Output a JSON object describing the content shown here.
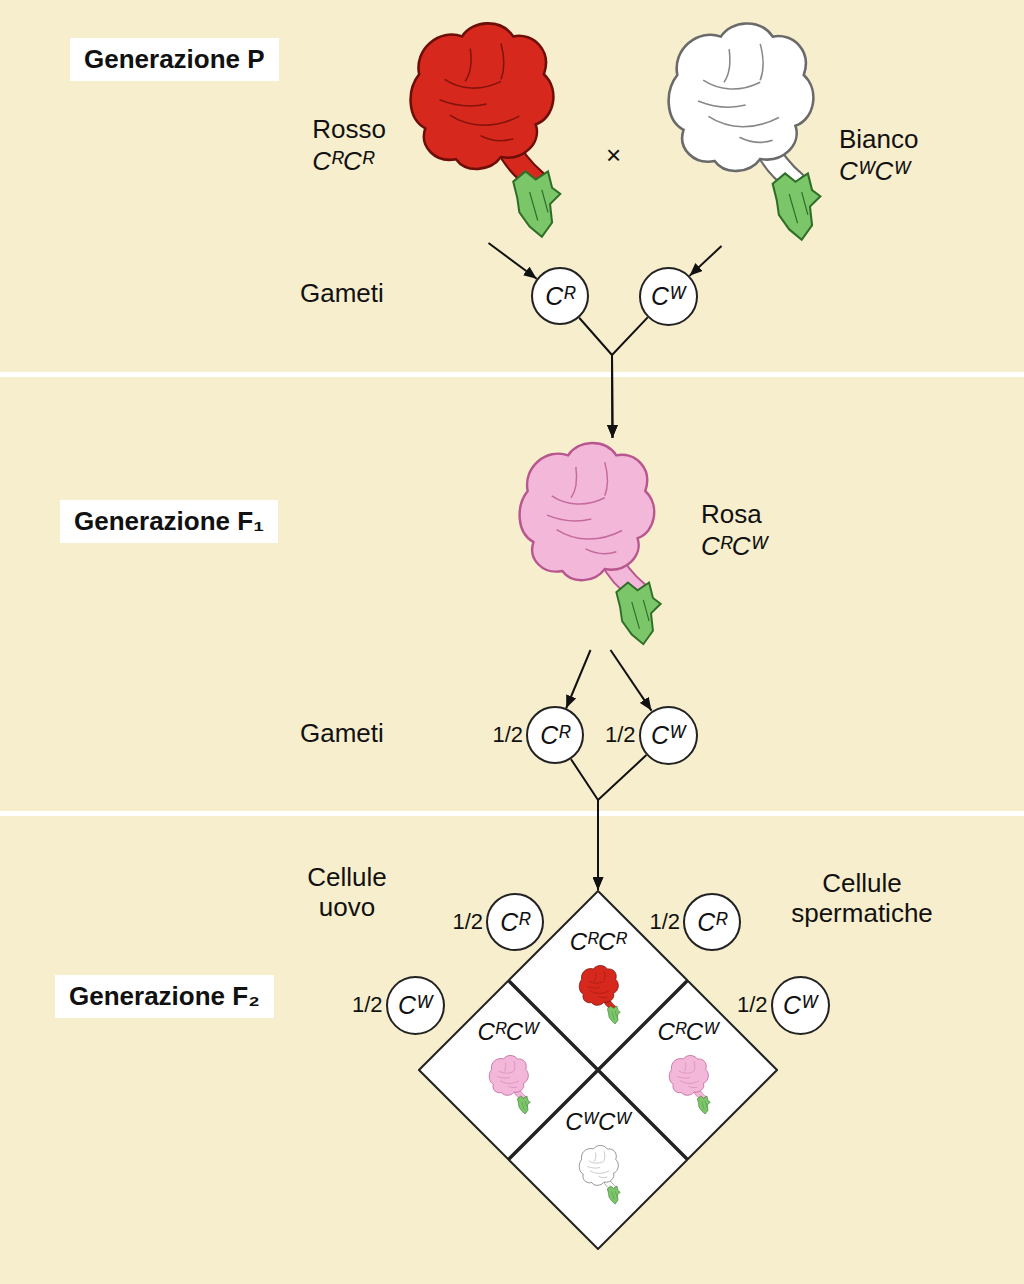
{
  "diagram": {
    "nodes": [
      {
        "text": [
          "Generazione P"
        ]
      },
      {
        "text": [
          "Rosso",
          "CᴿCᴿ"
        ],
        "in": 0
      },
      {
        "text": [
          "Bianco",
          "CᵂCᵂ"
        ],
        "in": 0
      },
      {
        "text": [
          "Cᴿ"
        ],
        "in": 0
      },
      {
        "text": [
          "Cᵂ"
        ],
        "in": 0
      },
      {
        "text": [
          "Generazione F₁"
        ]
      },
      {
        "text": [
          "Rosa",
          "CᴿCᵂ"
        ],
        "in": 5
      },
      {
        "text": [
          "1/2",
          "Cᴿ"
        ],
        "in": 5
      },
      {
        "text": [
          "1/2",
          "Cᵂ"
        ],
        "in": 5
      },
      {
        "text": [
          "Generazione F₂"
        ]
      },
      {
        "text": [
          "1/2",
          "Cᴿ"
        ],
        "in": 9
      },
      {
        "text": [
          "1/2",
          "Cᵂ"
        ],
        "in": 9
      },
      {
        "text": [
          "1/2",
          "Cᴿ"
        ],
        "in": 9
      },
      {
        "text": [
          "1/2",
          "Cᵂ"
        ],
        "in": 9
      },
      {
        "text": [
          "CᴿCᴿ"
        ],
        "in": 9
      },
      {
        "text": [
          "CᴿCᵂ"
        ],
        "in": 9
      },
      {
        "text": [
          "CᴿCᵂ"
        ],
        "in": 9
      },
      {
        "text": [
          "CᵂCᵂ"
        ],
        "in": 9
      }
    ],
    "edges": [
      {
        "from": 1,
        "to": 3,
        "arrow": "to"
      },
      {
        "from": 2,
        "to": 4,
        "arrow": "to"
      },
      {
        "from": 3,
        "to": 6,
        "arrow": "to"
      },
      {
        "from": 4,
        "to": 6,
        "arrow": "to"
      },
      {
        "from": 6,
        "to": 7,
        "arrow": "to"
      },
      {
        "from": 6,
        "to": 8,
        "arrow": "to"
      },
      {
        "from": 7,
        "to": 14,
        "arrow": "to"
      },
      {
        "from": 8,
        "to": 14,
        "arrow": "to"
      }
    ],
    "labels": [
      "×",
      "Gameti",
      "Gameti",
      "Cellule uovo",
      "Cellule spermatiche"
    ]
  }
}
